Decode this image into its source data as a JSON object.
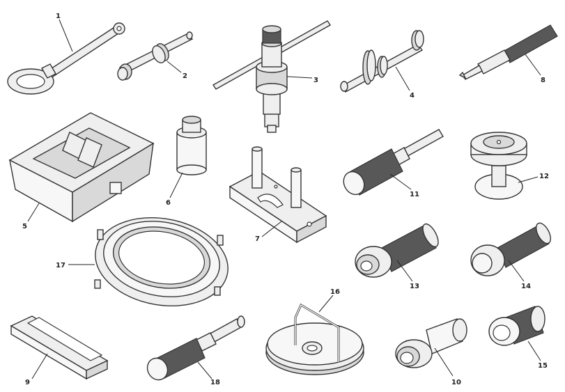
{
  "diagram": {
    "background": "#ffffff",
    "parts": [
      {
        "id": "part-1",
        "number": "1"
      },
      {
        "id": "part-2",
        "number": "2"
      },
      {
        "id": "part-3",
        "number": "3"
      },
      {
        "id": "part-4",
        "number": "4"
      },
      {
        "id": "part-5",
        "number": "5"
      },
      {
        "id": "part-6",
        "number": "6"
      },
      {
        "id": "part-7",
        "number": "7"
      },
      {
        "id": "part-8",
        "number": "8"
      },
      {
        "id": "part-9",
        "number": "9"
      },
      {
        "id": "part-10",
        "number": "10"
      },
      {
        "id": "part-11",
        "number": "11"
      },
      {
        "id": "part-12",
        "number": "12"
      },
      {
        "id": "part-13",
        "number": "13"
      },
      {
        "id": "part-14",
        "number": "14"
      },
      {
        "id": "part-15",
        "number": "15"
      },
      {
        "id": "part-16",
        "number": "16"
      },
      {
        "id": "part-17",
        "number": "17"
      },
      {
        "id": "part-18",
        "number": "18"
      }
    ]
  }
}
